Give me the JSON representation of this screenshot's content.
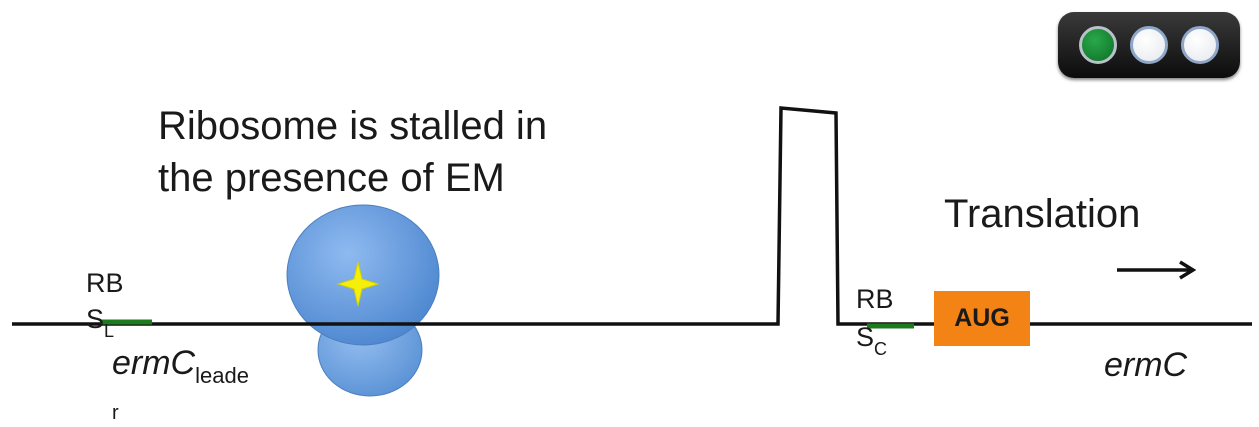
{
  "caption": {
    "line1": "Ribosome is stalled in",
    "line2": "the presence of EM"
  },
  "translation": {
    "label": "Translation"
  },
  "rbs_leader": {
    "main": "RB",
    "s": "S",
    "sub": "L"
  },
  "rbs_coding": {
    "main": "RB",
    "s": "S",
    "sub": "C"
  },
  "gene_leader": {
    "name": "ermC",
    "sub": "leade",
    "tail": "r"
  },
  "gene_coding": {
    "name": "ermC"
  },
  "start_codon": {
    "label": "AUG"
  },
  "traffic_light": {
    "states": [
      "on",
      "off",
      "off"
    ]
  },
  "colors": {
    "mrna": "#111111",
    "rbs": "#1e7a1e",
    "ribosome": "#5b93d6",
    "antibiotic": "#f5f00a",
    "aug": "#f28314"
  },
  "icons": {
    "arrow": "right-arrow-icon",
    "antibiotic": "antibiotic-star-icon"
  }
}
